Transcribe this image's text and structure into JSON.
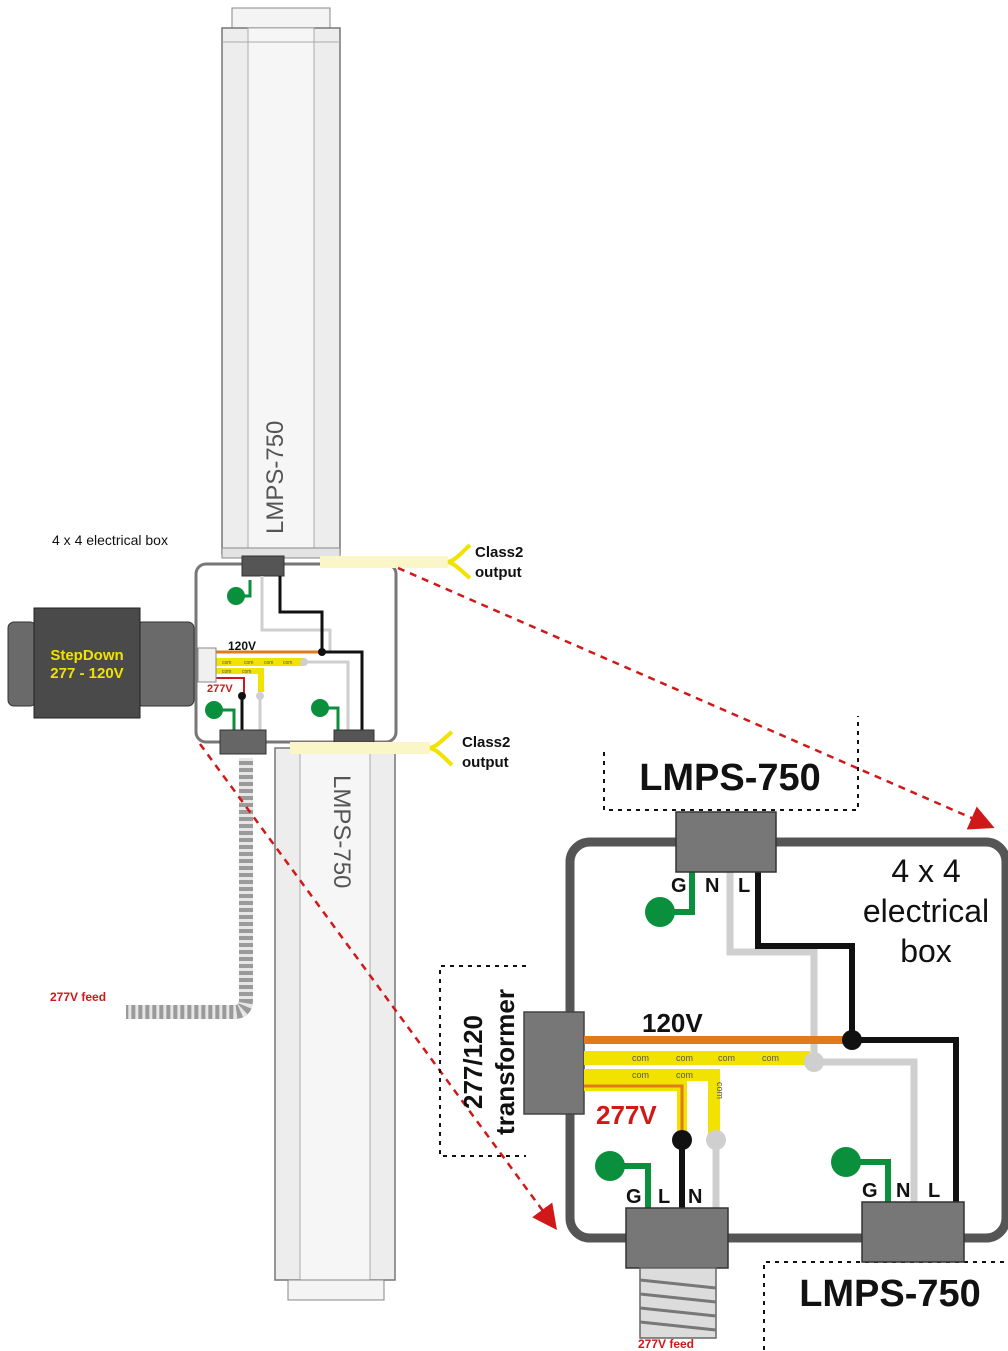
{
  "colors": {
    "ground": "#0a8f3c",
    "neutral": "#cfcfcf",
    "line_hot": "#111111",
    "v120": "#e07a1a",
    "com": "#f2e200",
    "v277": "#d01818",
    "stepdown_text": "#f2e200",
    "callout_arrow": "#d01818",
    "fixture_fill": "#ececec",
    "box_stroke": "#555555",
    "connector": "#777777"
  },
  "fixtures": {
    "upper_label": "LMPS-750",
    "lower_label": "LMPS-750"
  },
  "small_box": {
    "title": "4 x 4 electrical box",
    "v120": "120V",
    "v277": "277V",
    "com": "com"
  },
  "stepdown": {
    "line1": "StepDown",
    "line2": "277 - 120V"
  },
  "class2_outputs": [
    {
      "line1": "Class2",
      "line2": "output"
    },
    {
      "line1": "Class2",
      "line2": "output"
    }
  ],
  "feed_left": "277V feed",
  "detail": {
    "top_fixture": "LMPS-750",
    "bottom_fixture": "LMPS-750",
    "box_label": [
      "4 x 4",
      "electrical",
      "box"
    ],
    "transformer": [
      "277/120",
      "transformer"
    ],
    "v120": "120V",
    "v277": "277V",
    "com": "com",
    "pins": {
      "g": "G",
      "n": "N",
      "l": "L"
    },
    "feed": "277V feed"
  }
}
